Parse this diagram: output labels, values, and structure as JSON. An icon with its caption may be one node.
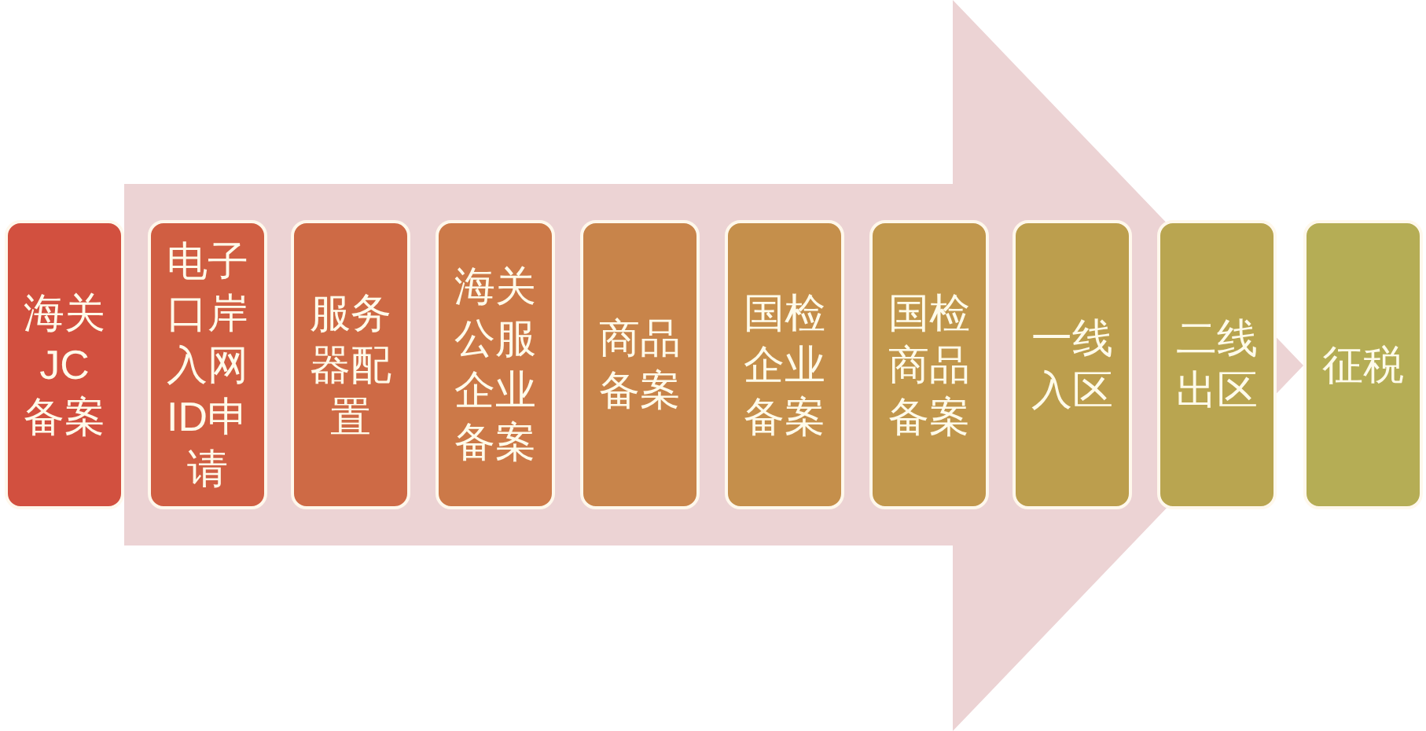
{
  "diagram": {
    "nodes": [
      {
        "text": [],
        "shape": "arrow"
      },
      {
        "text": [
          "海关JC备案"
        ]
      },
      {
        "text": [
          "电子口岸入网ID申请"
        ],
        "in": 0
      },
      {
        "text": [
          "服务器配置"
        ],
        "in": 0
      },
      {
        "text": [
          "海关公服企业备案"
        ],
        "in": 0
      },
      {
        "text": [
          "商品备案"
        ],
        "in": 0
      },
      {
        "text": [
          "国检企业备案"
        ],
        "in": 0
      },
      {
        "text": [
          "国检商品备案"
        ],
        "in": 0
      },
      {
        "text": [
          "一线入区"
        ],
        "in": 0
      },
      {
        "text": [
          "二线出区"
        ],
        "in": 0
      },
      {
        "text": [
          "征税"
        ]
      }
    ]
  }
}
